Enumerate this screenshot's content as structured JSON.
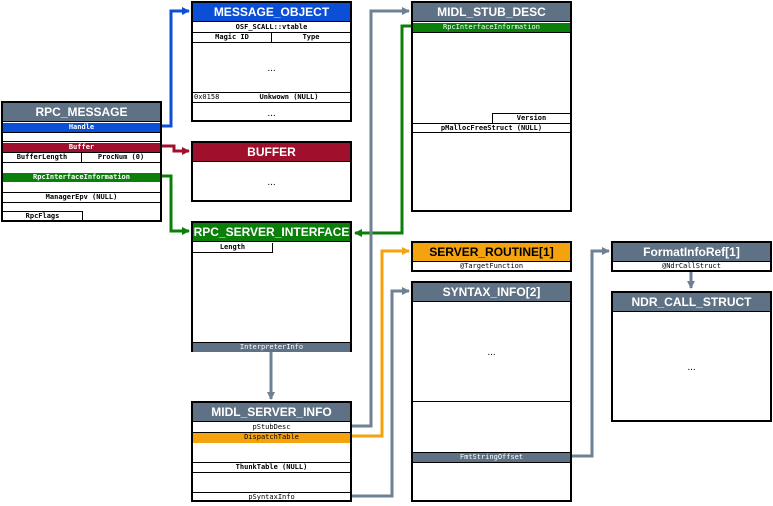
{
  "rpc_message": {
    "title": "RPC_MESSAGE",
    "handle": "Handle",
    "buffer": "Buffer",
    "buffer_length": "BufferLength",
    "proc_num": "ProcNum (0)",
    "rpc_interface_information": "RpcInterfaceInformation",
    "manager_epv": "ManagerEpv (NULL)",
    "rpc_flags": "RpcFlags"
  },
  "message_object": {
    "title": "MESSAGE_OBJECT",
    "vtable": "OSF_SCALL::vtable",
    "magic_id": "Magic ID",
    "type": "Type",
    "dots1": "...",
    "addr": "0x0158",
    "unknown": "Unkwown (NULL)",
    "dots2": "..."
  },
  "buffer": {
    "title": "BUFFER",
    "dots": "..."
  },
  "rpc_server_interface": {
    "title": "RPC_SERVER_INTERFACE",
    "length": "Length",
    "interpreter_info": "InterpreterInfo"
  },
  "midl_server_info": {
    "title": "MIDL_SERVER_INFO",
    "p_stub_desc": "pStubDesc",
    "dispatch_table": "DispatchTable",
    "thunk_table": "ThunkTable (NULL)",
    "p_syntax_info": "pSyntaxInfo"
  },
  "midl_stub_desc": {
    "title": "MIDL_STUB_DESC",
    "rpc_interface_information": "RpcInterfaceInformation",
    "version": "Version",
    "p_malloc_free_struct": "pMallocFreeStruct (NULL)"
  },
  "server_routine": {
    "title": "SERVER_ROUTINE[1]",
    "target_function": "@TargetFunction"
  },
  "syntax_info": {
    "title": "SYNTAX_INFO[2]",
    "dots": "...",
    "fmt_string_offset": "FmtStringOffset"
  },
  "format_info_ref": {
    "title": "FormatInfoRef[1]",
    "ndr_call_struct": "@NdrCallStruct"
  },
  "ndr_call_struct": {
    "title": "NDR_CALL_STRUCT",
    "dots": "..."
  },
  "colors": {
    "header_gray": "#5f7285",
    "blue": "#0a4fd6",
    "red": "#a00f2c",
    "green": "#0a7f0a",
    "orange": "#f5a20f",
    "arrow_gray": "#6f8294"
  }
}
